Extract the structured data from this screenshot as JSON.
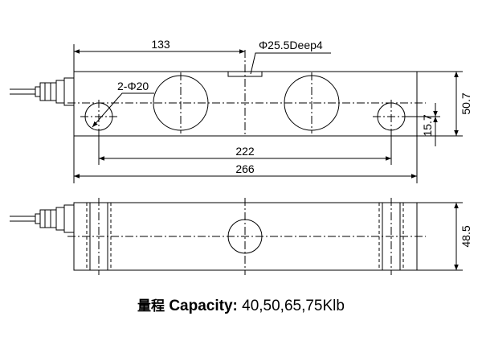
{
  "dims": {
    "top_length_133": "133",
    "hole_depth": "Φ25.5Deep4",
    "small_holes": "2-Φ20",
    "spacing_222": "222",
    "total_266": "266",
    "height_507": "50.7",
    "offset_157": "15.7",
    "height_485": "48.5"
  },
  "caption": {
    "chinese": "量程",
    "label": "Capacity:",
    "values": "40,50,65,75Klb"
  }
}
